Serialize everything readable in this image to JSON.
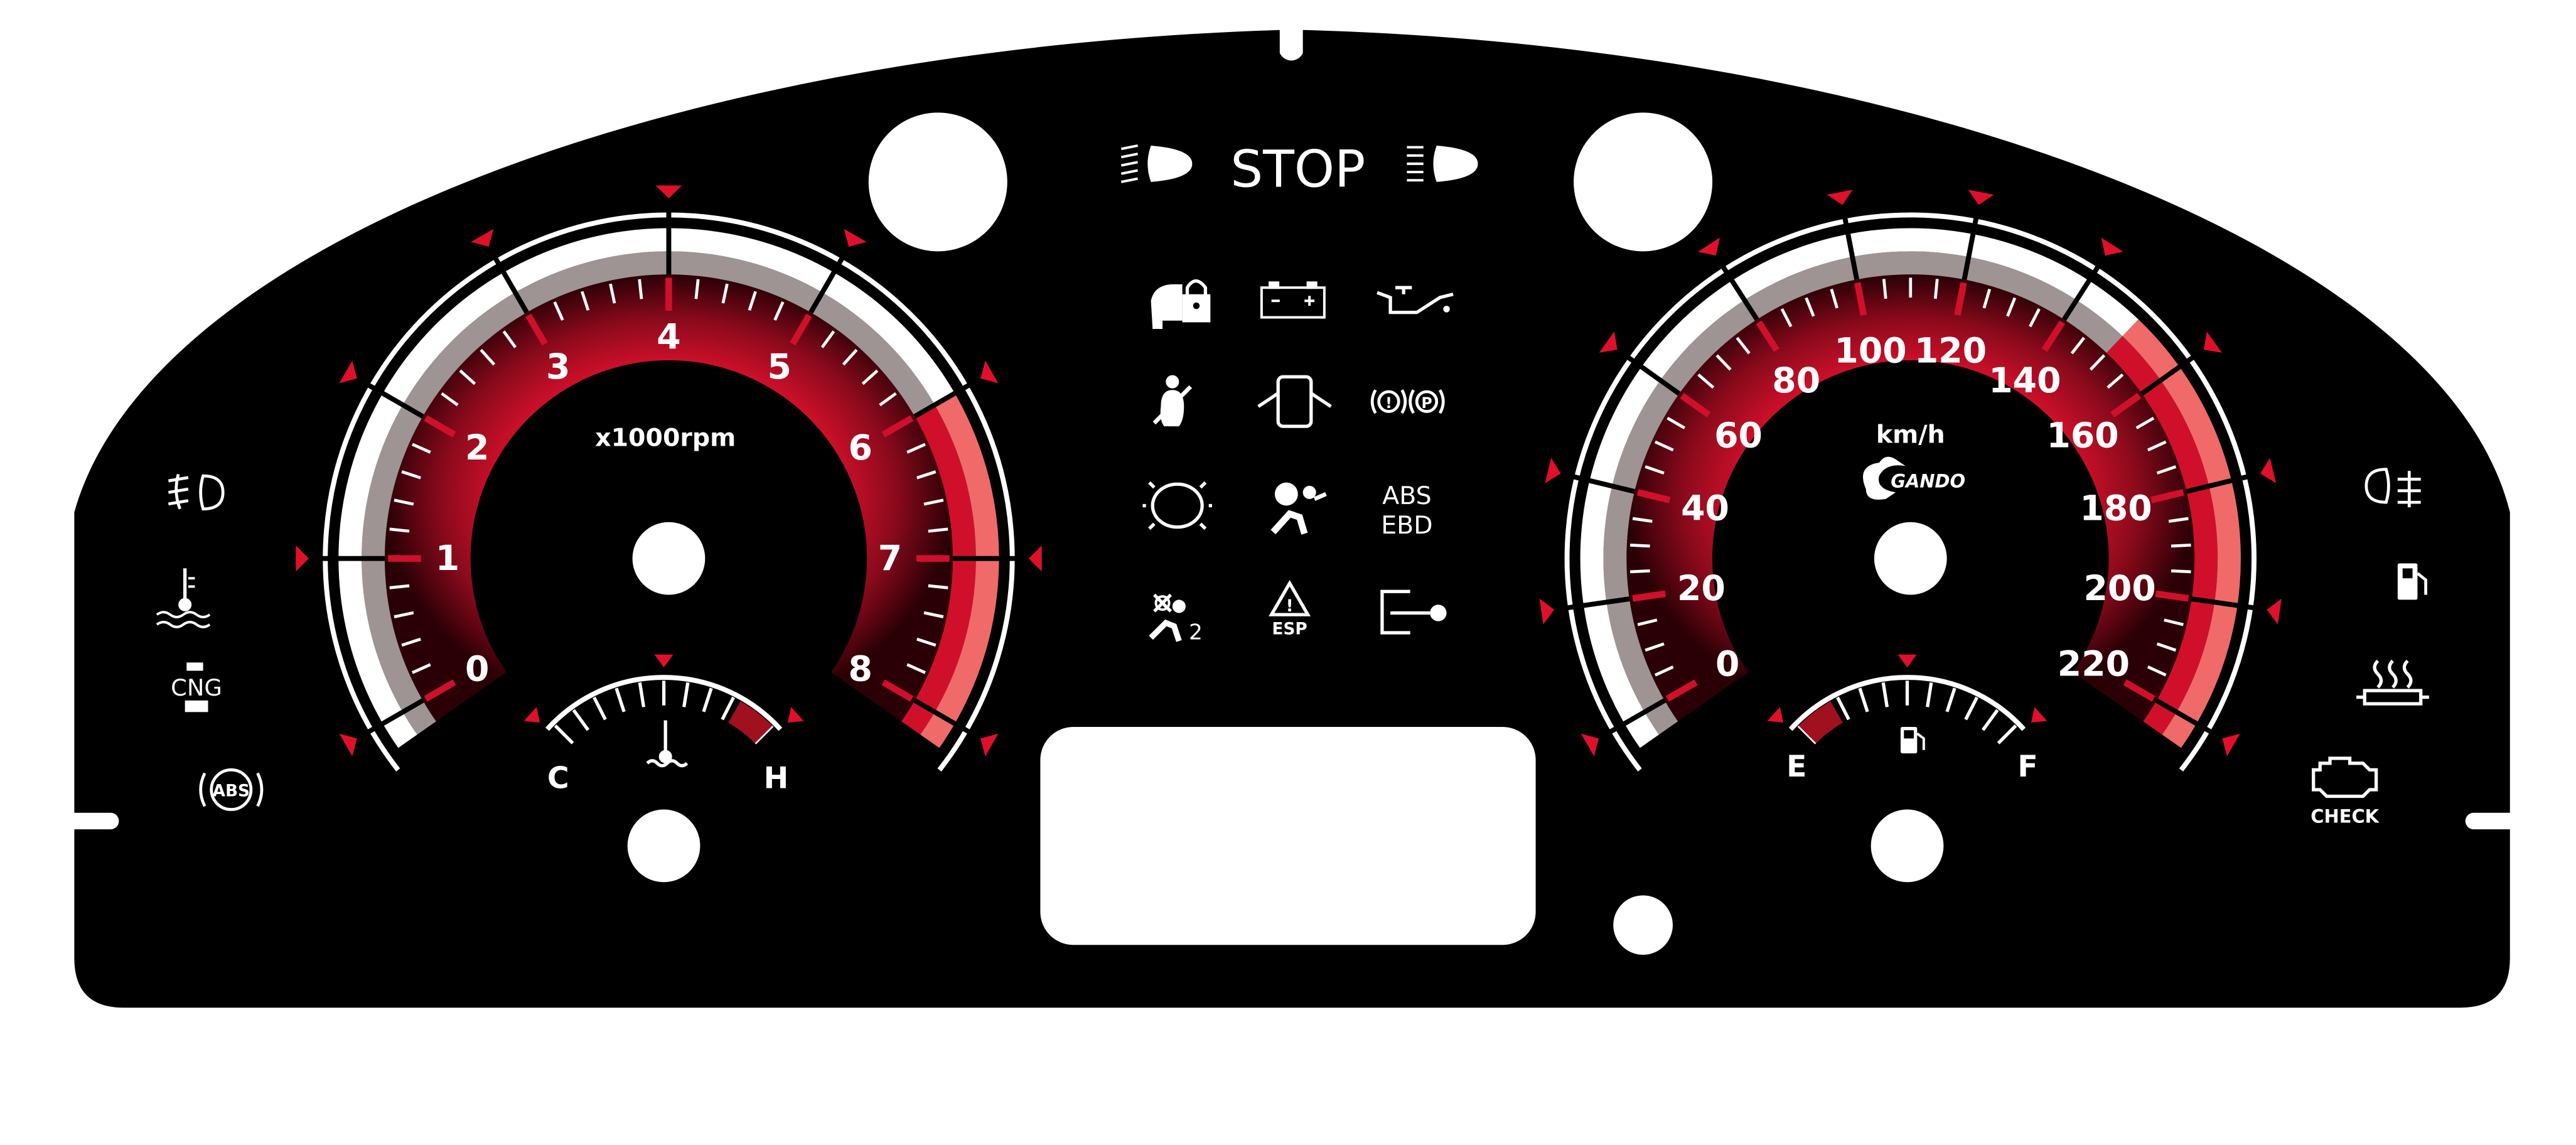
{
  "center": {
    "stop_label": "STOP",
    "abs_ebd_line1": "ABS",
    "abs_ebd_line2": "EBD",
    "esp_label": "ESP",
    "airbag2_label": "2"
  },
  "tachometer": {
    "unit": "x1000rpm",
    "labels": [
      "0",
      "1",
      "2",
      "3",
      "4",
      "5",
      "6",
      "7",
      "8"
    ],
    "min": 0,
    "max": 8,
    "redline_start": 6
  },
  "speedometer": {
    "unit": "km/h",
    "brand": "GANDO",
    "labels": [
      "0",
      "20",
      "40",
      "60",
      "80",
      "100",
      "120",
      "140",
      "160",
      "180",
      "200",
      "220"
    ],
    "min": 0,
    "max": 220,
    "red_start": 150
  },
  "temperature_gauge": {
    "cold_label": "C",
    "hot_label": "H"
  },
  "fuel_gauge": {
    "empty_label": "E",
    "full_label": "F"
  },
  "left_indicators": {
    "cng_label": "CNG",
    "abs_label": "ABS"
  },
  "right_indicators": {
    "check_label": "CHECK"
  },
  "colors": {
    "panel": "#000000",
    "accent_red": "#d0102a",
    "light_red": "#f06a6a",
    "grey_band": "#9e9493",
    "white": "#ffffff"
  }
}
